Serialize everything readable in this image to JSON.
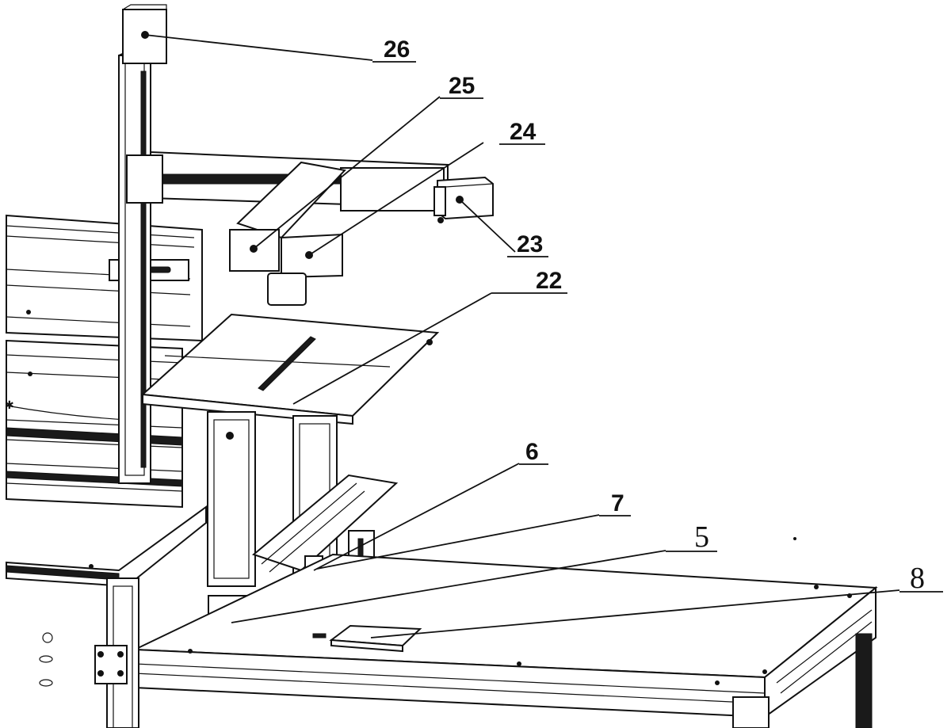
{
  "diagram": {
    "callouts": [
      {
        "id": "c26",
        "label": "26"
      },
      {
        "id": "c25",
        "label": "25"
      },
      {
        "id": "c24",
        "label": "24"
      },
      {
        "id": "c23",
        "label": "23"
      },
      {
        "id": "c22",
        "label": "22"
      },
      {
        "id": "c6",
        "label": "6"
      },
      {
        "id": "c7",
        "label": "7"
      },
      {
        "id": "c5",
        "label": "5"
      },
      {
        "id": "c8",
        "label": "8"
      }
    ]
  }
}
